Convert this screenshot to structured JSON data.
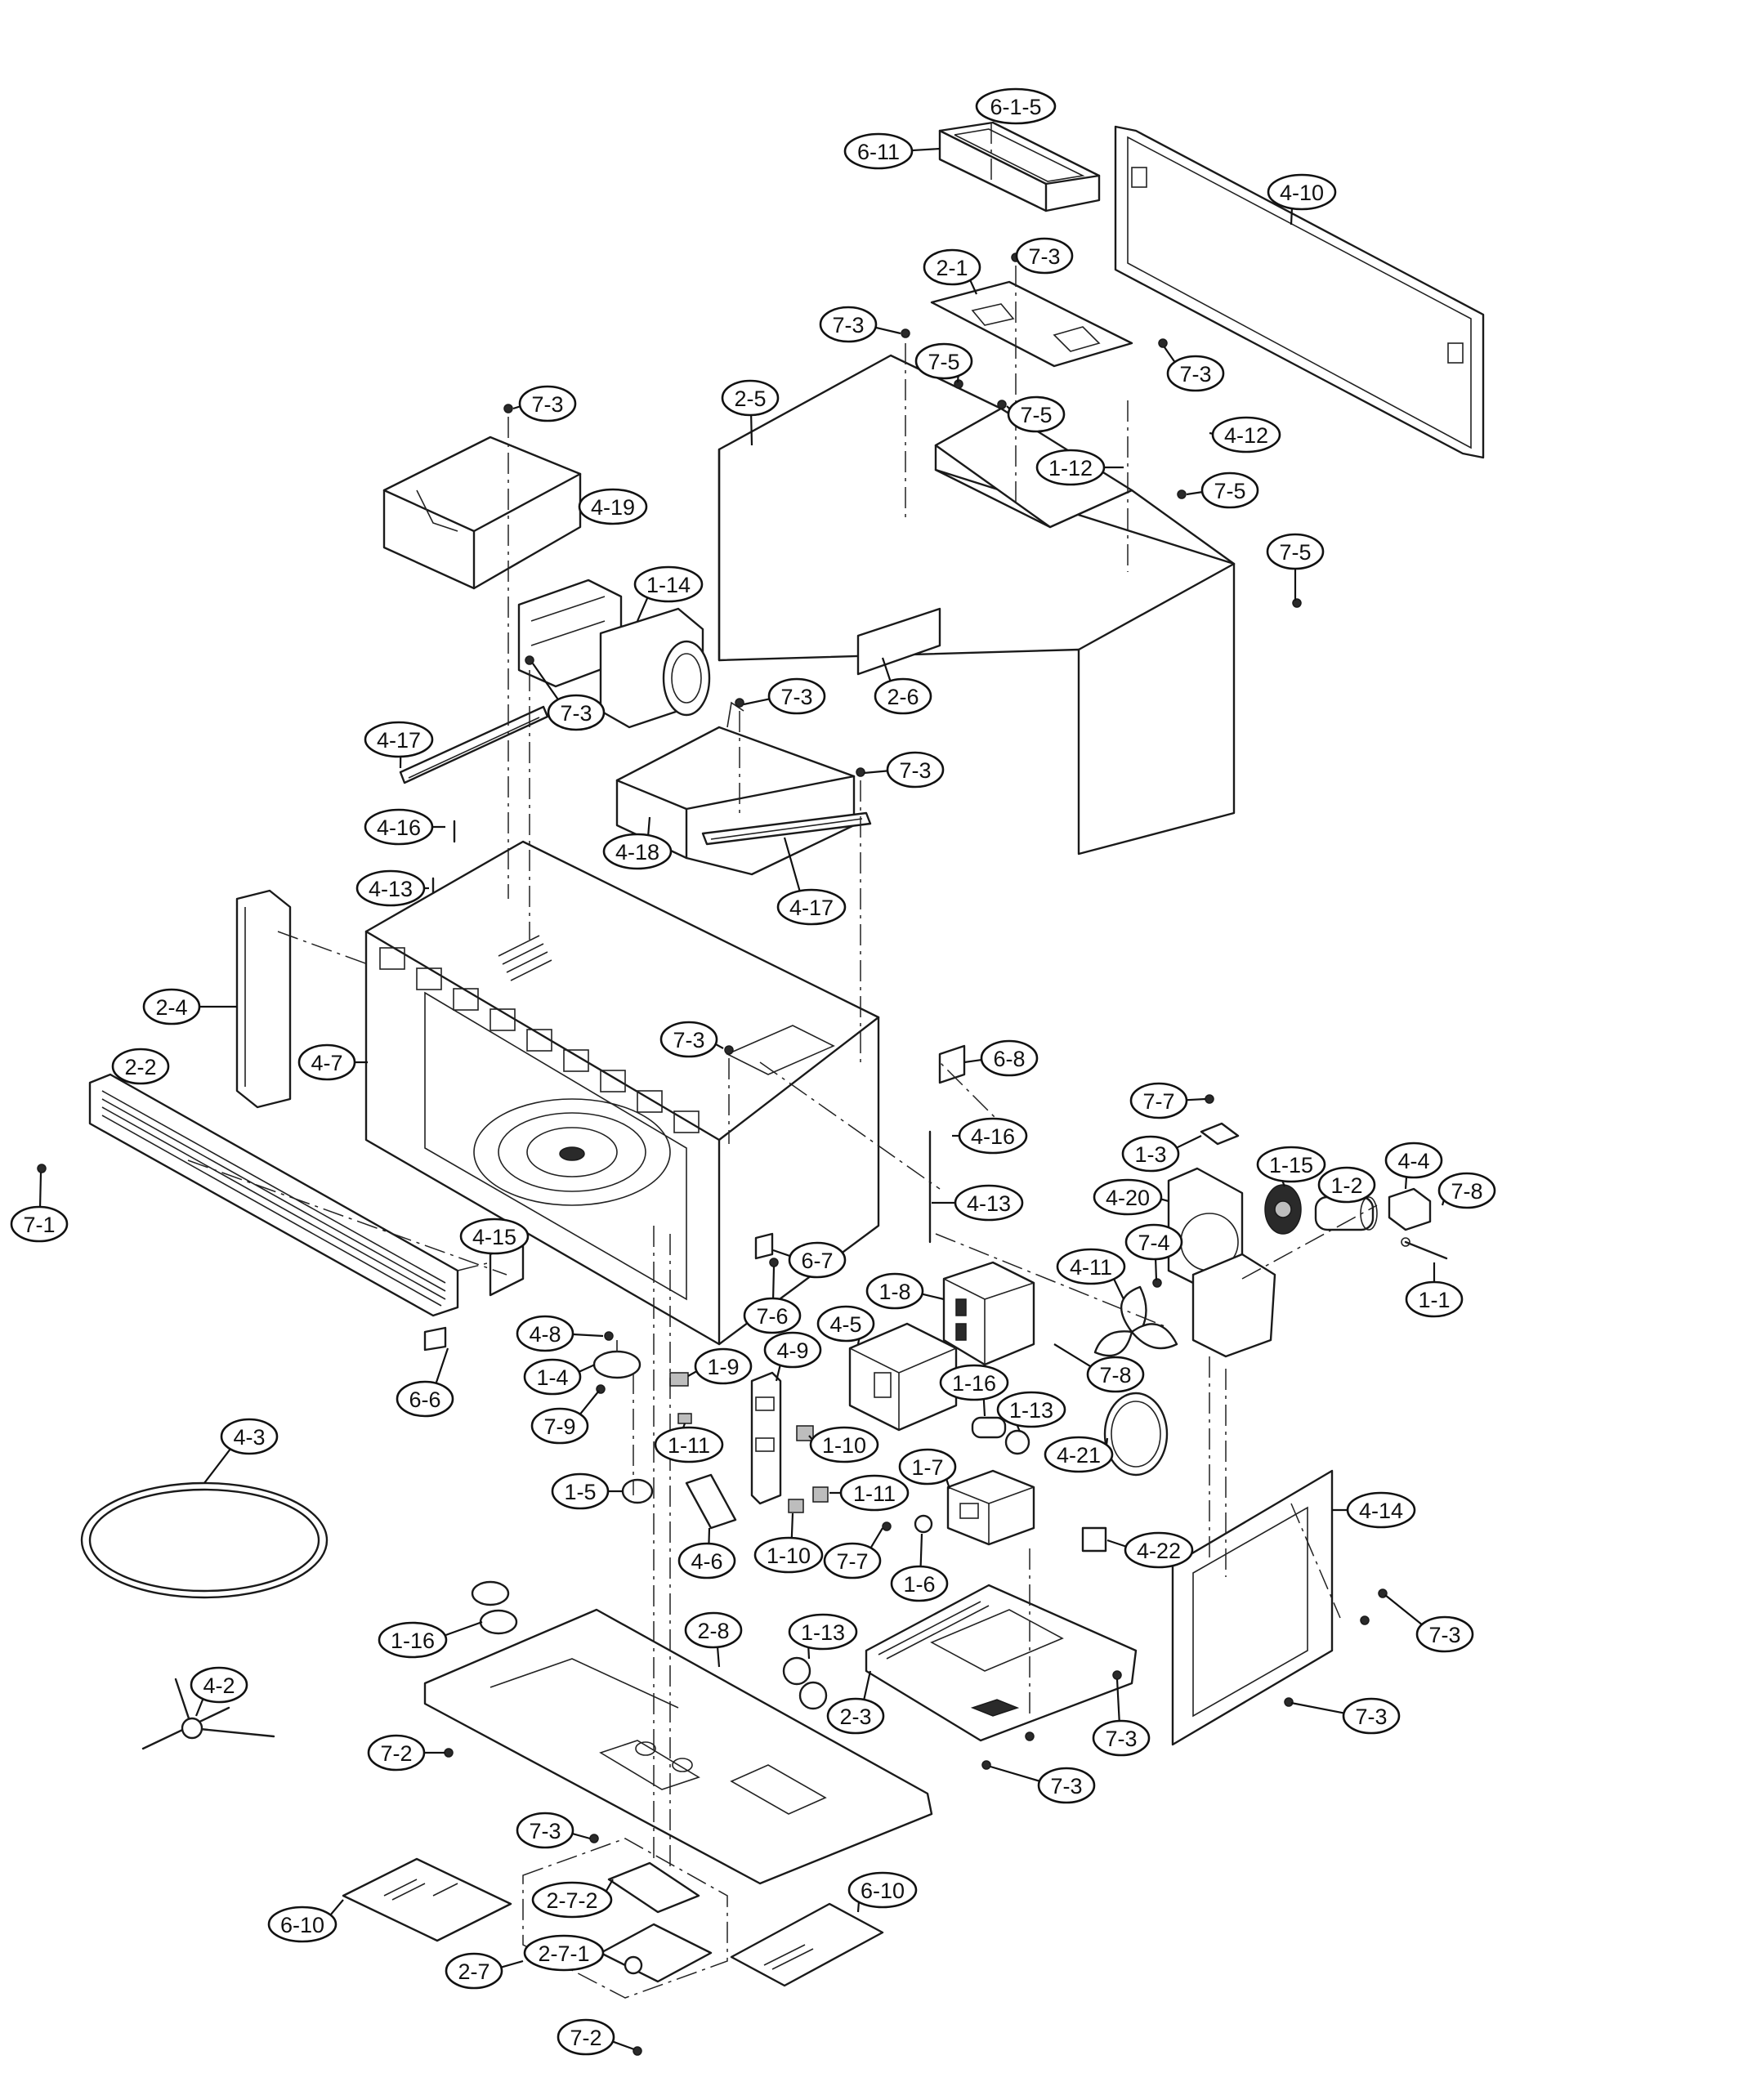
{
  "callouts": [
    {
      "id": "c1",
      "label": "6-1-5"
    },
    {
      "id": "c2",
      "label": "6-11"
    },
    {
      "id": "c3",
      "label": "4-10"
    },
    {
      "id": "c4",
      "label": "7-3"
    },
    {
      "id": "c5",
      "label": "2-1"
    },
    {
      "id": "c6",
      "label": "7-3"
    },
    {
      "id": "c7",
      "label": "7-3"
    },
    {
      "id": "c8",
      "label": "7-5"
    },
    {
      "id": "c9",
      "label": "2-5"
    },
    {
      "id": "c10",
      "label": "7-5"
    },
    {
      "id": "c11",
      "label": "4-12"
    },
    {
      "id": "c12",
      "label": "1-12"
    },
    {
      "id": "c13",
      "label": "7-5"
    },
    {
      "id": "c14",
      "label": "7-5"
    },
    {
      "id": "c15",
      "label": "7-3"
    },
    {
      "id": "c16",
      "label": "4-19"
    },
    {
      "id": "c17",
      "label": "1-14"
    },
    {
      "id": "c18",
      "label": "2-6"
    },
    {
      "id": "c19",
      "label": "7-3"
    },
    {
      "id": "c20",
      "label": "7-3"
    },
    {
      "id": "c21",
      "label": "4-17"
    },
    {
      "id": "c22",
      "label": "7-3"
    },
    {
      "id": "c23",
      "label": "4-16"
    },
    {
      "id": "c24",
      "label": "4-18"
    },
    {
      "id": "c25",
      "label": "4-13"
    },
    {
      "id": "c26",
      "label": "4-17"
    },
    {
      "id": "c27",
      "label": "2-4"
    },
    {
      "id": "c28",
      "label": "2-2"
    },
    {
      "id": "c29",
      "label": "4-7"
    },
    {
      "id": "c30",
      "label": "7-3"
    },
    {
      "id": "c31",
      "label": "6-8"
    },
    {
      "id": "c32",
      "label": "7-7"
    },
    {
      "id": "c33",
      "label": "4-16"
    },
    {
      "id": "c34",
      "label": "1-3"
    },
    {
      "id": "c35",
      "label": "1-15"
    },
    {
      "id": "c36",
      "label": "4-4"
    },
    {
      "id": "c37",
      "label": "1-2"
    },
    {
      "id": "c38",
      "label": "7-8"
    },
    {
      "id": "c39",
      "label": "4-20"
    },
    {
      "id": "c40",
      "label": "7-1"
    },
    {
      "id": "c41",
      "label": "4-13"
    },
    {
      "id": "c42",
      "label": "4-15"
    },
    {
      "id": "c43",
      "label": "6-7"
    },
    {
      "id": "c44",
      "label": "7-4"
    },
    {
      "id": "c45",
      "label": "4-11"
    },
    {
      "id": "c46",
      "label": "1-1"
    },
    {
      "id": "c47",
      "label": "7-6"
    },
    {
      "id": "c48",
      "label": "1-8"
    },
    {
      "id": "c49",
      "label": "4-5"
    },
    {
      "id": "c50",
      "label": "4-8"
    },
    {
      "id": "c51",
      "label": "1-9"
    },
    {
      "id": "c52",
      "label": "4-9"
    },
    {
      "id": "c53",
      "label": "7-8"
    },
    {
      "id": "c54",
      "label": "6-6"
    },
    {
      "id": "c55",
      "label": "1-4"
    },
    {
      "id": "c56",
      "label": "1-16"
    },
    {
      "id": "c57",
      "label": "1-13"
    },
    {
      "id": "c58",
      "label": "7-9"
    },
    {
      "id": "c59",
      "label": "1-11"
    },
    {
      "id": "c60",
      "label": "1-10"
    },
    {
      "id": "c61",
      "label": "4-21"
    },
    {
      "id": "c62",
      "label": "4-3"
    },
    {
      "id": "c63",
      "label": "1-7"
    },
    {
      "id": "c64",
      "label": "1-5"
    },
    {
      "id": "c65",
      "label": "1-11"
    },
    {
      "id": "c66",
      "label": "4-14"
    },
    {
      "id": "c67",
      "label": "4-6"
    },
    {
      "id": "c68",
      "label": "1-10"
    },
    {
      "id": "c69",
      "label": "7-7"
    },
    {
      "id": "c70",
      "label": "1-6"
    },
    {
      "id": "c71",
      "label": "4-22"
    },
    {
      "id": "c72",
      "label": "1-16"
    },
    {
      "id": "c73",
      "label": "2-8"
    },
    {
      "id": "c74",
      "label": "1-13"
    },
    {
      "id": "c75",
      "label": "7-3"
    },
    {
      "id": "c76",
      "label": "4-2"
    },
    {
      "id": "c77",
      "label": "2-3"
    },
    {
      "id": "c78",
      "label": "7-3"
    },
    {
      "id": "c79",
      "label": "7-3"
    },
    {
      "id": "c80",
      "label": "7-2"
    },
    {
      "id": "c81",
      "label": "7-3"
    },
    {
      "id": "c82",
      "label": "7-3"
    },
    {
      "id": "c83",
      "label": "2-7-2"
    },
    {
      "id": "c84",
      "label": "6-10"
    },
    {
      "id": "c85",
      "label": "6-10"
    },
    {
      "id": "c86",
      "label": "2-7"
    },
    {
      "id": "c87",
      "label": "2-7-1"
    },
    {
      "id": "c88",
      "label": "7-2"
    }
  ]
}
